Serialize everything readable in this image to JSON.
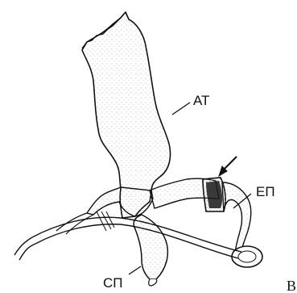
{
  "labels": {
    "at": "АТ",
    "ep": "ЕП",
    "sp": "СП",
    "corner": "B"
  },
  "colors": {
    "ink": "#111111",
    "paper": "#ffffff",
    "shade": "#9a9a9a",
    "dark_band": "#1a1a1a"
  }
}
